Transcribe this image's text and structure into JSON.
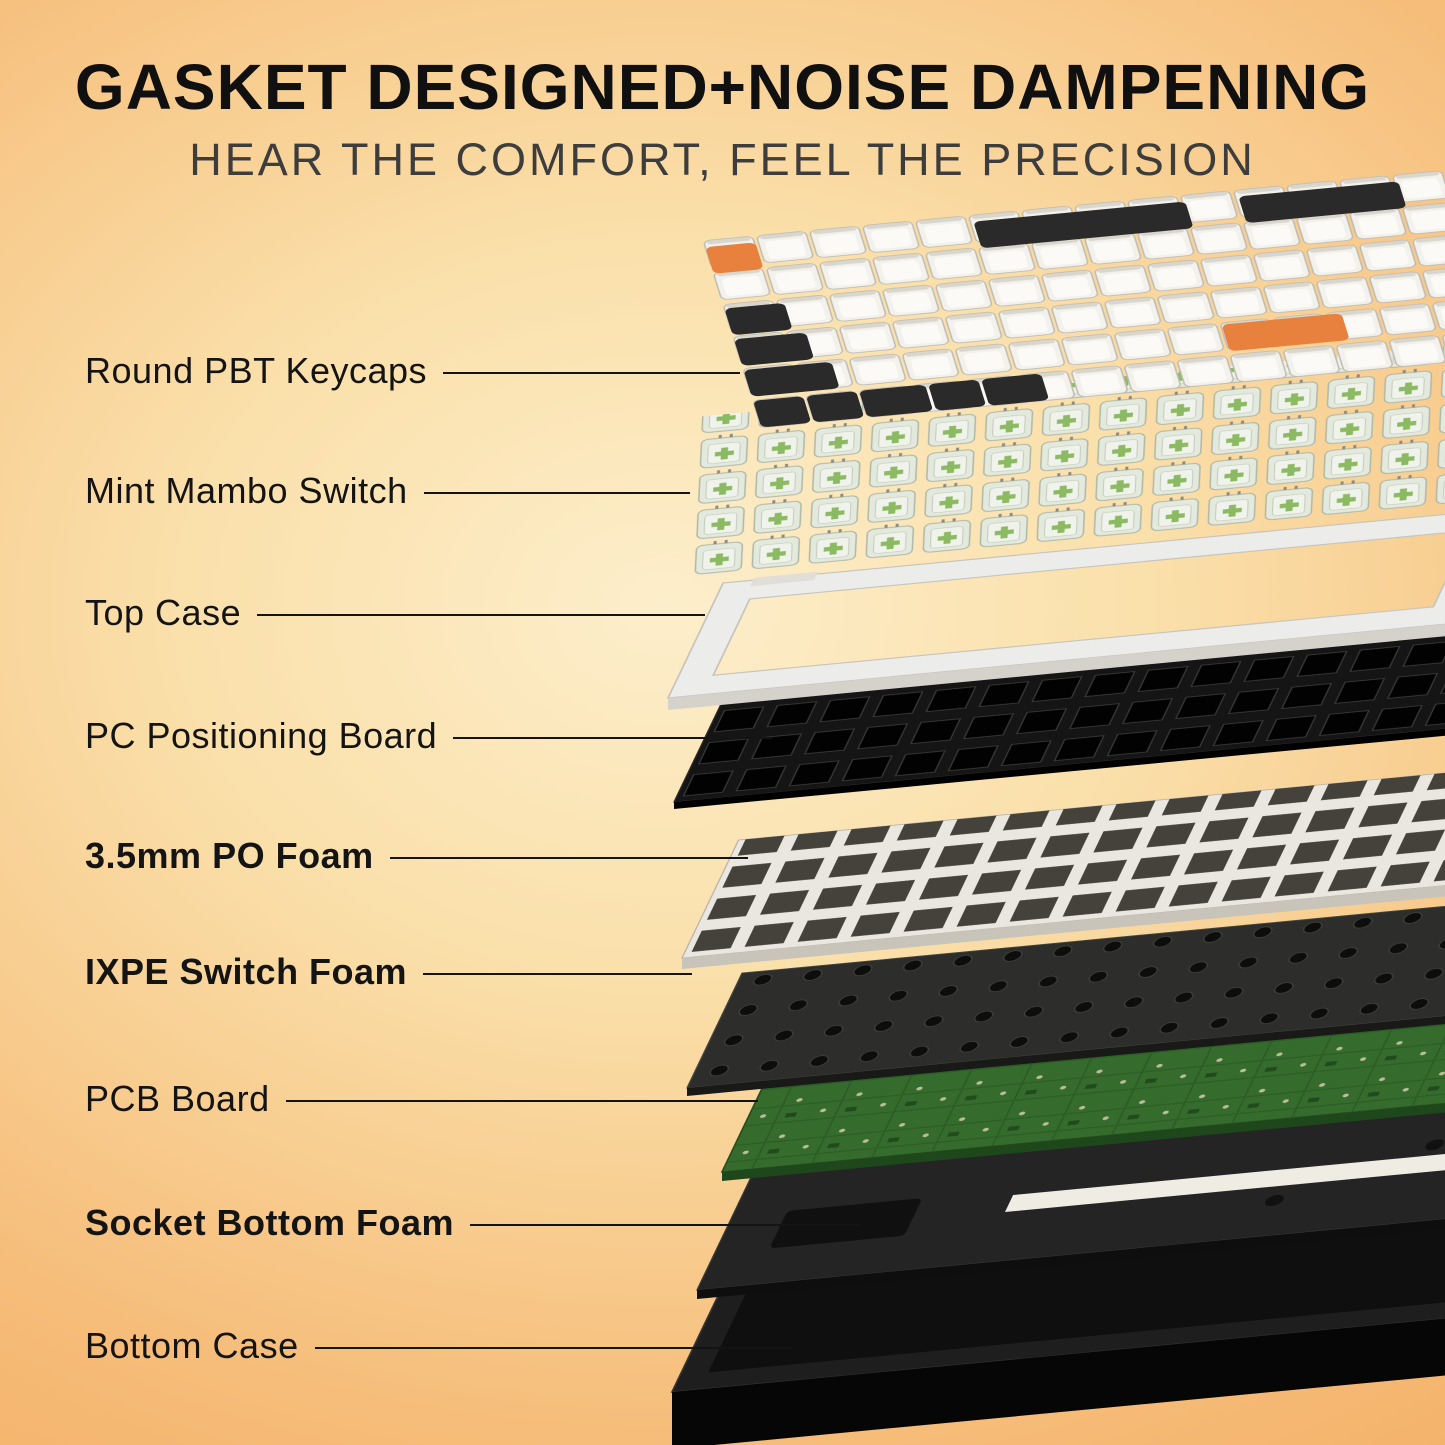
{
  "header": {
    "title": "GASKET DESIGNED+NOISE DAMPENING",
    "subtitle": "HEAR THE COMFORT, FEEL THE PRECISION"
  },
  "labels": [
    {
      "text": "Round PBT Keycaps",
      "emphasis": false
    },
    {
      "text": "Mint Mambo Switch",
      "emphasis": false
    },
    {
      "text": "Top Case",
      "emphasis": false
    },
    {
      "text": "PC Positioning Board",
      "emphasis": false
    },
    {
      "text": "3.5mm PO Foam",
      "emphasis": true
    },
    {
      "text": "IXPE Switch Foam",
      "emphasis": true
    },
    {
      "text": "PCB Board",
      "emphasis": false
    },
    {
      "text": "Socket Bottom Foam",
      "emphasis": true
    },
    {
      "text": "Bottom Case",
      "emphasis": false
    }
  ],
  "colors": {
    "background_orange": "#F1A254",
    "accent_orange_key": "#E8813D",
    "switch_green": "#8CBA62",
    "pcb_green": "#356B2D",
    "text_dark": "#141414"
  }
}
